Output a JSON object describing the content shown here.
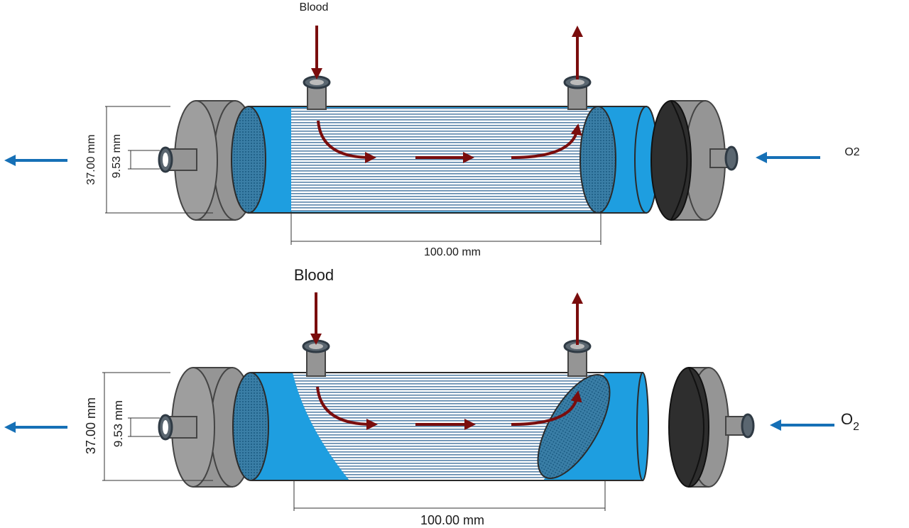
{
  "top": {
    "blood_label": "Blood",
    "gas_label": "O2",
    "outer_diameter": "37.00 mm",
    "port_diameter": "9.53 mm",
    "length": "100.00 mm"
  },
  "bottom": {
    "blood_label": "Blood",
    "gas_label_base": "O",
    "gas_label_sub": "2",
    "outer_diameter": "37.00 mm",
    "port_diameter": "9.53 mm",
    "length": "100.00 mm"
  },
  "colors": {
    "housing_blue": "#1e9ee0",
    "cap_gray": "#959595",
    "cap_dark": "#2e2e2e",
    "fiber_blue": "#5a84aa",
    "blood_arrow": "#7a0d0d",
    "gas_arrow": "#1670b6"
  }
}
